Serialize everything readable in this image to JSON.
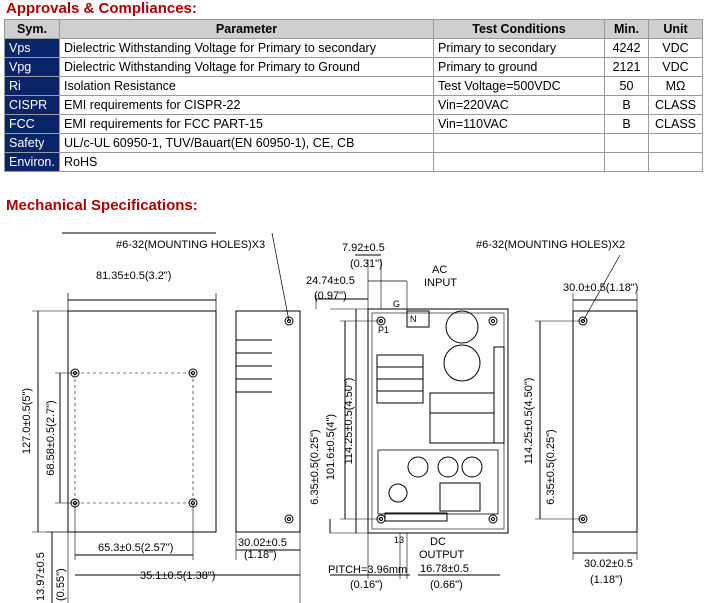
{
  "approvals": {
    "title": "Approvals & Compliances:",
    "headers": {
      "sym": "Sym.",
      "parameter": "Parameter",
      "test": "Test Conditions",
      "min": "Min.",
      "unit": "Unit"
    },
    "rows": [
      {
        "sym": "Vps",
        "parameter": "Dielectric Withstanding Voltage for Primary to secondary",
        "test": "Primary to secondary",
        "min": "4242",
        "unit": "VDC"
      },
      {
        "sym": "Vpg",
        "parameter": "Dielectric Withstanding Voltage for Primary to Ground",
        "test": "Primary to ground",
        "min": "2121",
        "unit": "VDC"
      },
      {
        "sym": "Ri",
        "parameter": "Isolation Resistance",
        "test": "Test Voltage=500VDC",
        "min": "50",
        "unit": "MΩ"
      },
      {
        "sym": "CISPR",
        "parameter": "EMI requirements for CISPR-22",
        "test": "Vin=220VAC",
        "min": "B",
        "unit": "CLASS"
      },
      {
        "sym": "FCC",
        "parameter": "EMI requirements for FCC PART-15",
        "test": "Vin=110VAC",
        "min": "B",
        "unit": "CLASS"
      },
      {
        "sym": "Safety",
        "parameter": "UL/c-UL 60950-1, TUV/Bauart(EN 60950-1), CE, CB",
        "test": "",
        "min": "",
        "unit": ""
      },
      {
        "sym": "Environ.",
        "parameter": "RoHS",
        "test": "",
        "min": "",
        "unit": ""
      }
    ]
  },
  "mechanical": {
    "title": "Mechanical Specifications:",
    "labels": {
      "mount_x3": "#6-32(MOUNTING HOLES)X3",
      "mount_x2": "#6-32(MOUNTING HOLES)X2",
      "w_81": "81.35±0.5(3.2\")",
      "d_792a": "7.92±0.5",
      "d_792b": "(0.31\")",
      "d_2474a": "24.74±0.5",
      "d_2474b": "(0.97\")",
      "ac1": "AC",
      "ac2": "INPUT",
      "g": "G",
      "n": "N",
      "p1": "P1",
      "d_30a": "30.0±0.5(1.18\")",
      "v_127": "127.0±0.5(5\")",
      "v_6858": "68.58±0.5(2.7\")",
      "h_653": "65.3±0.5(2.57\")",
      "h_351": "35.1±0.5(1.38\")",
      "v_1397a": "13.97±0.5",
      "v_1397b": "(0.55\")",
      "d_3002a1": "30.02±0.5",
      "d_3002a2": "(1.18\")",
      "v_1016": "101.6±0.5(4\")",
      "v_635a": "6.35±0.5(0.25\")",
      "v_11425a": "114.25±0.5(4.50\")",
      "v_11425b": "114.25±0.5(4.50\")",
      "v_635b": "6.35±0.5(0.25\")",
      "n13": "13",
      "dc1": "DC",
      "dc2": "OUTPUT",
      "pitch1": "PITCH=3.96mm",
      "pitch2": "(0.16\")",
      "d_1678a": "16.78±0.5",
      "d_1678b": "(0.66\")",
      "d_3002b1": "30.02±0.5",
      "d_3002b2": "(1.18\")"
    }
  }
}
